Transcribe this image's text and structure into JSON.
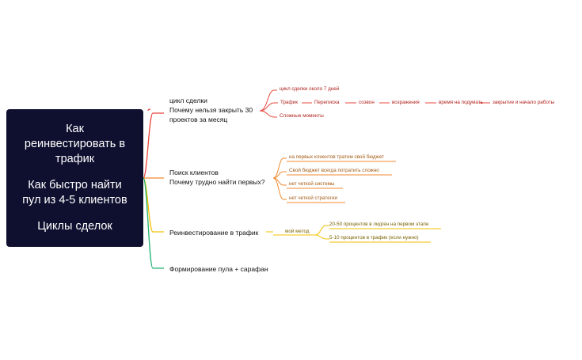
{
  "root": {
    "lines": [
      "Как",
      "реинвестировать в",
      "трафик",
      "",
      "Как быстро найти",
      "пул из 4-5 клиентов",
      "",
      "Циклы сделок"
    ]
  },
  "branches": [
    {
      "lines": [
        "цикл сделки",
        "Почему нельзя закрыть 30",
        "проектов за месяц"
      ],
      "color": "#e8483f"
    },
    {
      "lines": [
        "Поиск клиентов",
        "Почему трудно найти первых?"
      ],
      "color": "#f08a30"
    },
    {
      "lines": [
        "Реинвестирование в трафик"
      ],
      "color": "#f2c200"
    },
    {
      "lines": [
        "Формирование пула + сарафан"
      ],
      "color": "#22b070"
    }
  ],
  "deal_cycle": {
    "first": "цикл сделки около 7 дней",
    "chain": [
      "Трафик",
      "Переписка",
      "созвон",
      "возражения",
      "время на подумать",
      "закрытие и начало работы"
    ],
    "last": "Сложные моменты"
  },
  "search_clients": [
    "на первых клиентов тратим свой бюджет",
    "Свой бюджет всегда потратить сложно",
    "нет четкой системы",
    "нет четкой стратегии"
  ],
  "reinvest": {
    "method": "мой метод",
    "items": [
      "20-50 процентов в лидген на первом этапе",
      "5-10 процентов в трафик (если нужно)"
    ]
  }
}
